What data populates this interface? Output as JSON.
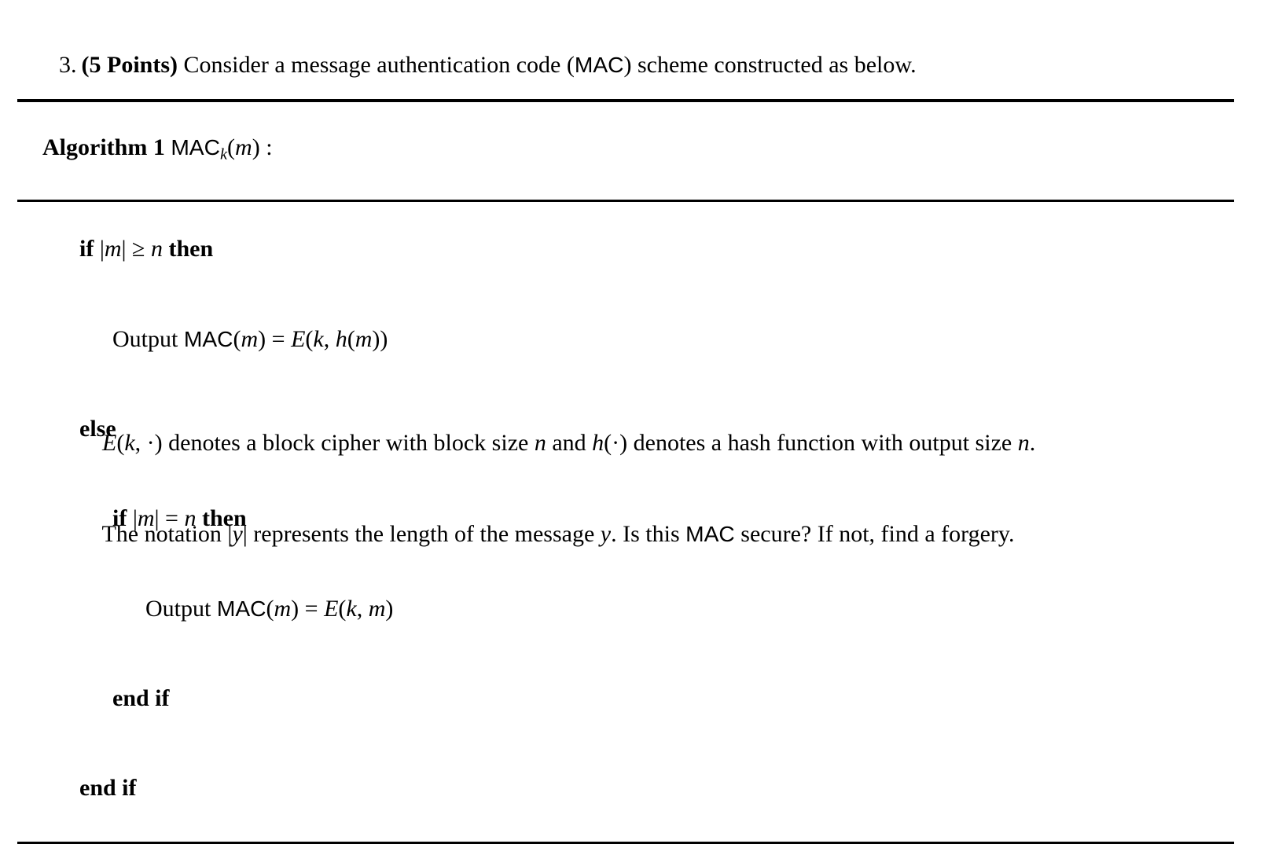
{
  "colors": {
    "background": "#ffffff",
    "text": "#000000",
    "rule": "#000000"
  },
  "problem": {
    "number": "3.",
    "points": "(5 Points) ",
    "intro_pre": "Consider a message authentication code (",
    "mac": "MAC",
    "intro_post": ") scheme constructed as below."
  },
  "algorithm": {
    "caption": {
      "label": "Algorithm 1 ",
      "mac": "MAC",
      "sub": "k",
      "open": "(",
      "var": "m",
      "close": ") :"
    },
    "lines": [
      [
        "if ",
        "|",
        "m",
        "| ≥ ",
        "n",
        " then"
      ],
      [
        "Output ",
        "MAC",
        "(",
        "m",
        ") = ",
        "E",
        "(",
        "k",
        ", ",
        "h",
        "(",
        "m",
        "))"
      ],
      [
        "else"
      ],
      [
        "if ",
        "|",
        "m",
        "| = ",
        "n",
        " then"
      ],
      [
        "Output ",
        "MAC",
        "(",
        "m",
        ") = ",
        "E",
        "(",
        "k",
        ", ",
        "m",
        ")"
      ],
      [
        "end if"
      ],
      [
        "end if"
      ]
    ]
  },
  "notes": {
    "line1": [
      "E",
      "(",
      "k",
      ", ·) denotes a block cipher with block size ",
      "n",
      " and ",
      "h",
      "(·) denotes a hash function with output size ",
      "n",
      "."
    ],
    "line2": [
      "The notation |",
      "y",
      "| represents the length of the message ",
      "y",
      ". Is this ",
      "MAC",
      " secure? If not, find a forgery."
    ]
  }
}
